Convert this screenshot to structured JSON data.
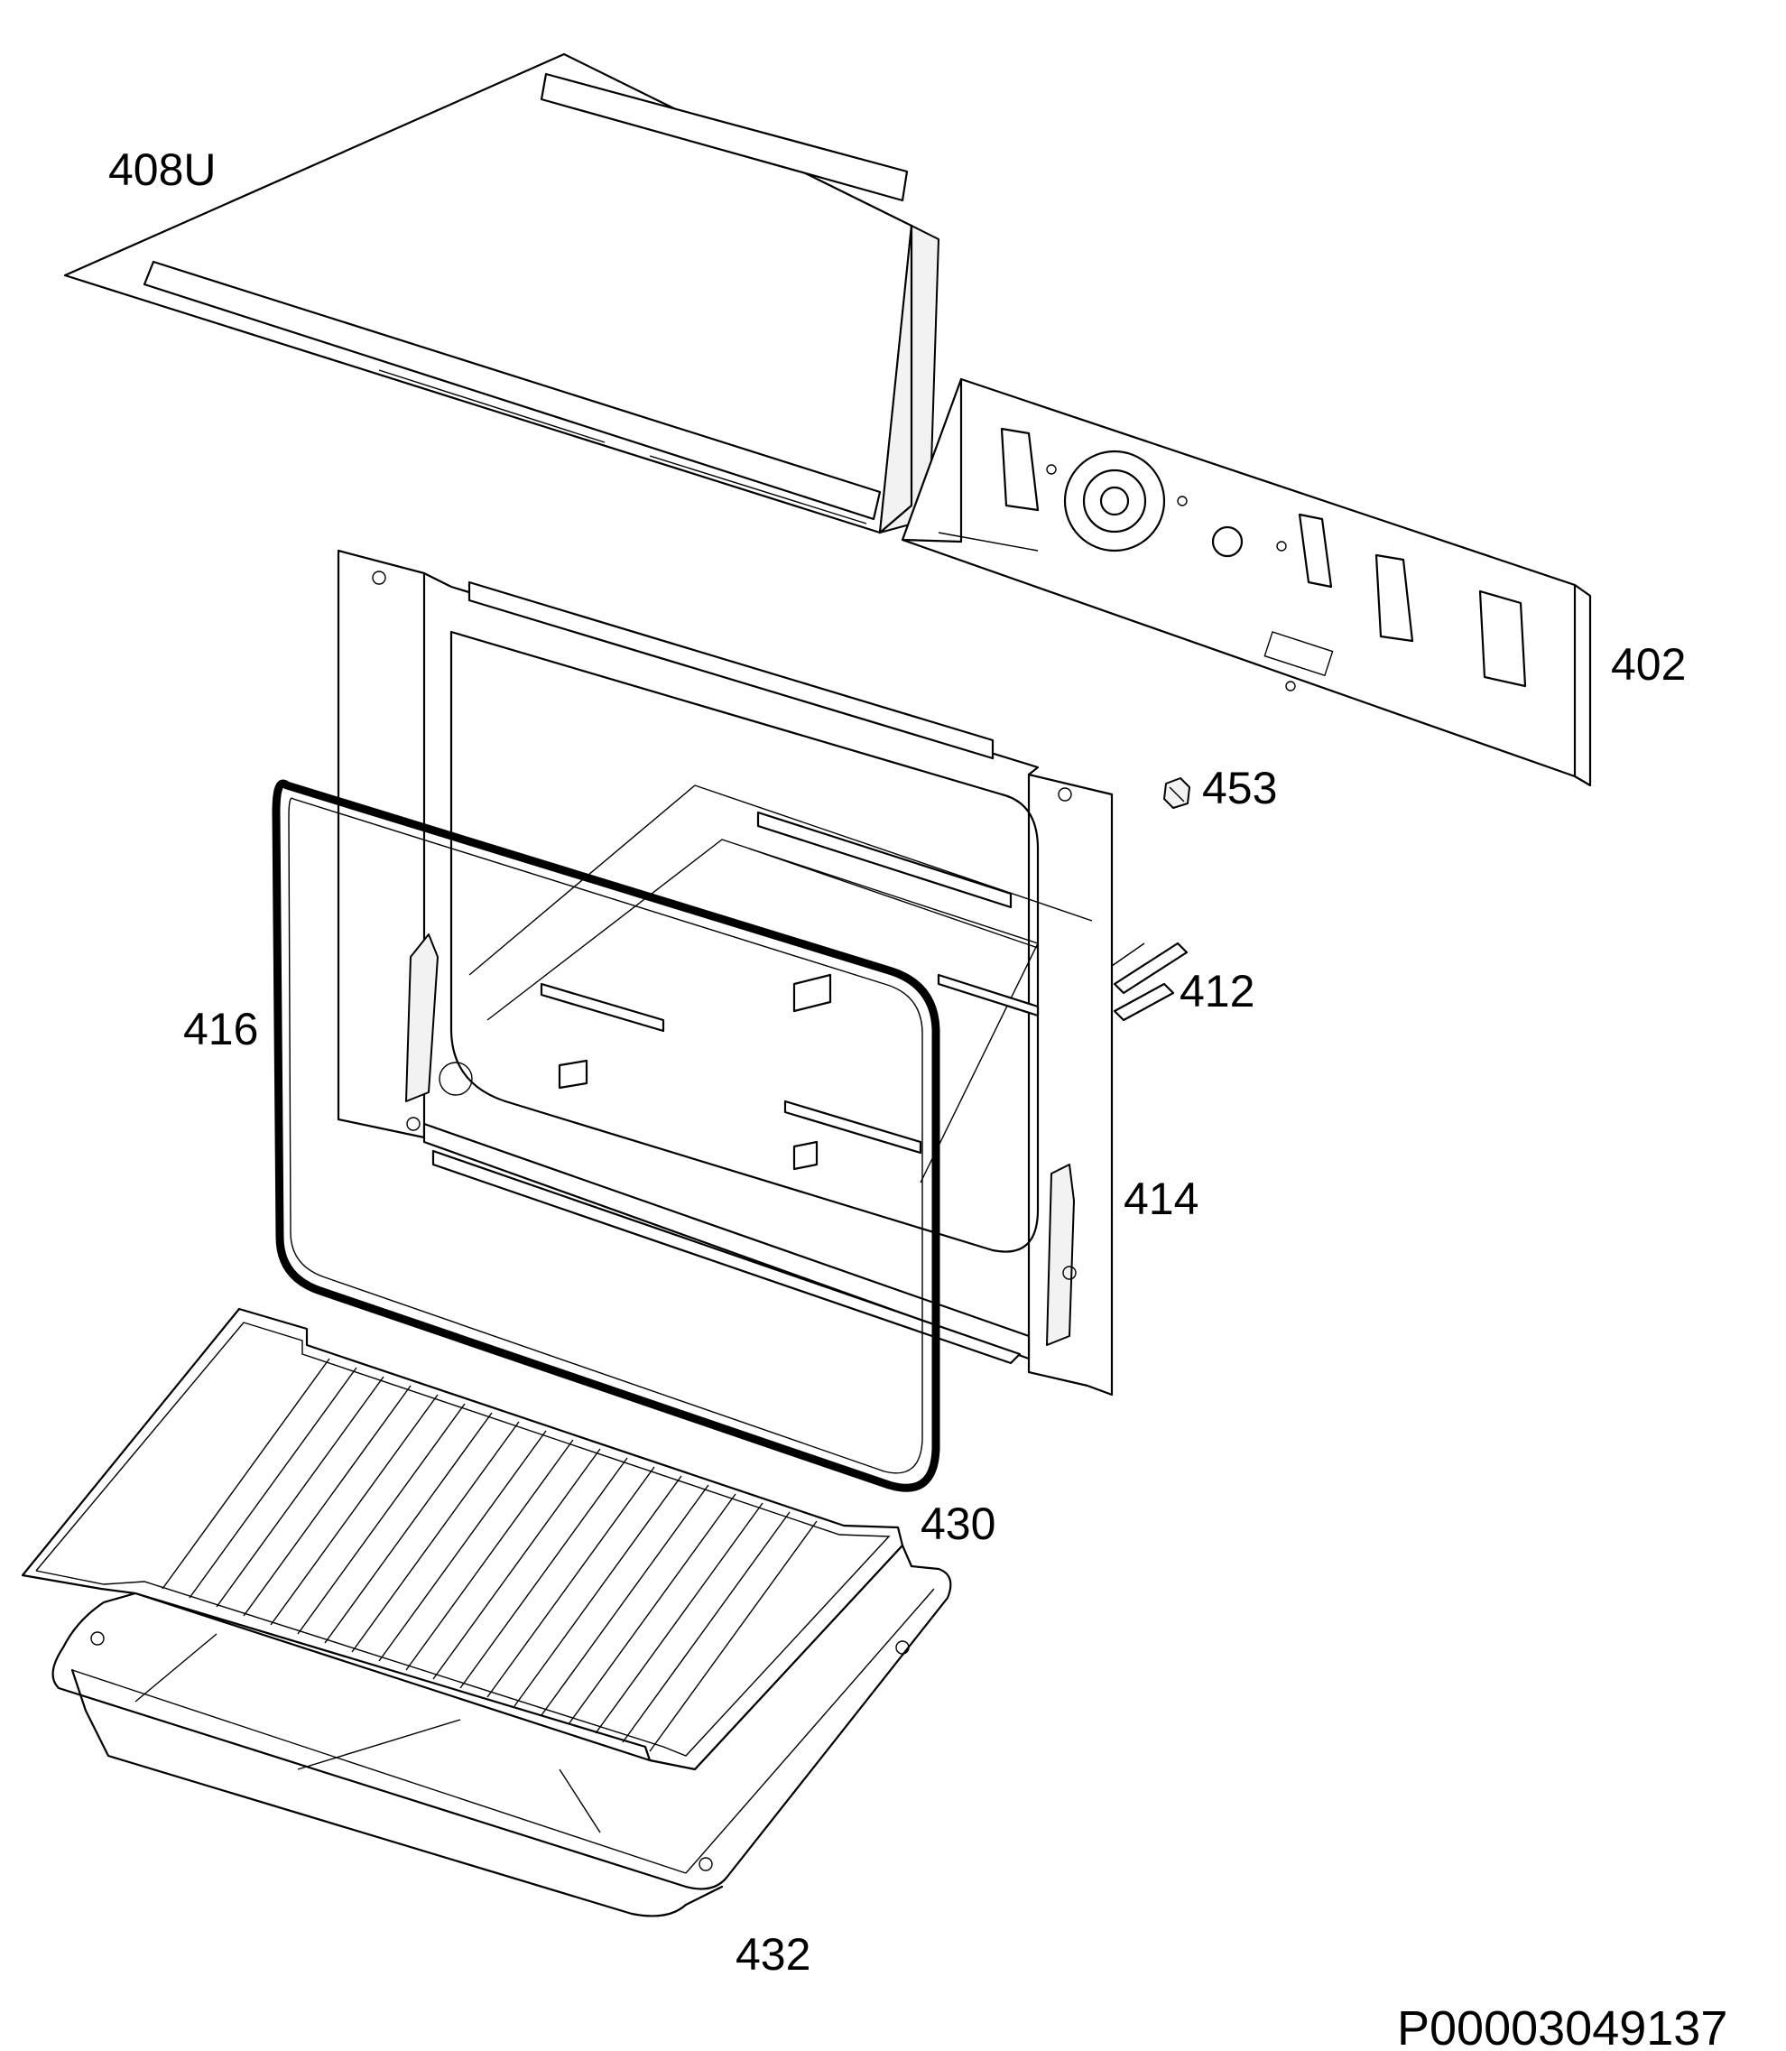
{
  "diagram": {
    "parts": [
      {
        "id": "top_plate",
        "label": "408U"
      },
      {
        "id": "back_panel",
        "label": "402"
      },
      {
        "id": "fastener",
        "label": "453"
      },
      {
        "id": "oven_cavity_rails",
        "label": "412"
      },
      {
        "id": "door_seal",
        "label": "416"
      },
      {
        "id": "oven_cavity",
        "label": "414"
      },
      {
        "id": "wire_shelf",
        "label": "430"
      },
      {
        "id": "baking_tray",
        "label": "432"
      }
    ],
    "document_id": "P00003049137"
  }
}
